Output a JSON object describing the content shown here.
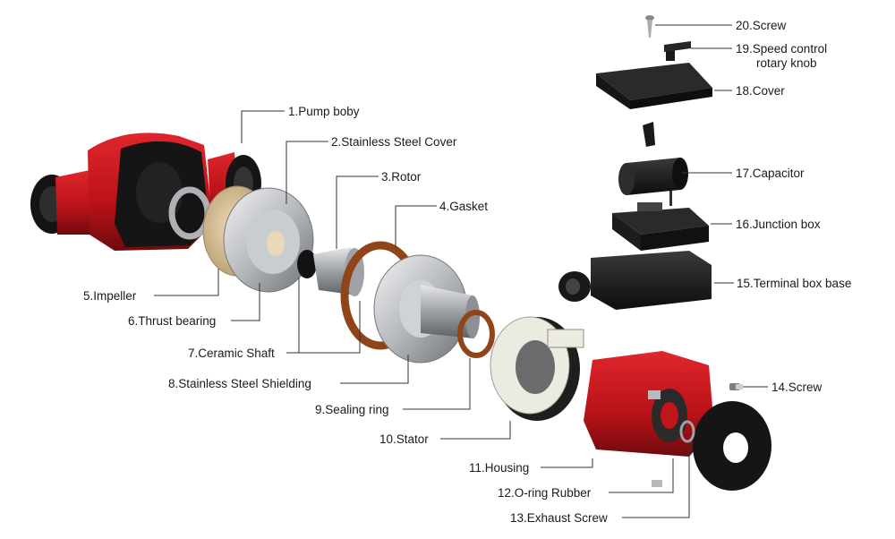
{
  "labels": {
    "l1": "1.Pump boby",
    "l2": "2.Stainless Steel Cover",
    "l3": "3.Rotor",
    "l4": "4.Gasket",
    "l5": "5.Impeller",
    "l6": "6.Thrust bearing",
    "l7": "7.Ceramic Shaft",
    "l8": "8.Stainless Steel Shielding",
    "l9": "9.Sealing ring",
    "l10": "10.Stator",
    "l11": "11.Housing",
    "l12": "12.O-ring Rubber",
    "l13": "13.Exhaust Screw",
    "l14": "14.Screw",
    "l15": "15.Terminal box base",
    "l16": "16.Junction box",
    "l17": "17.Capacitor",
    "l18": "18.Cover",
    "l19a": "19.Speed control",
    "l19b": "rotary knob",
    "l20": "20.Screw"
  },
  "colors": {
    "pump_red": "#c0151b",
    "dark_red": "#6e0a0e",
    "steel": "#b9bcc0",
    "beige": "#d8c29a",
    "gasket": "#9a4a1f",
    "black_part": "#1d1d1d",
    "stator_white": "#ecebe2"
  }
}
